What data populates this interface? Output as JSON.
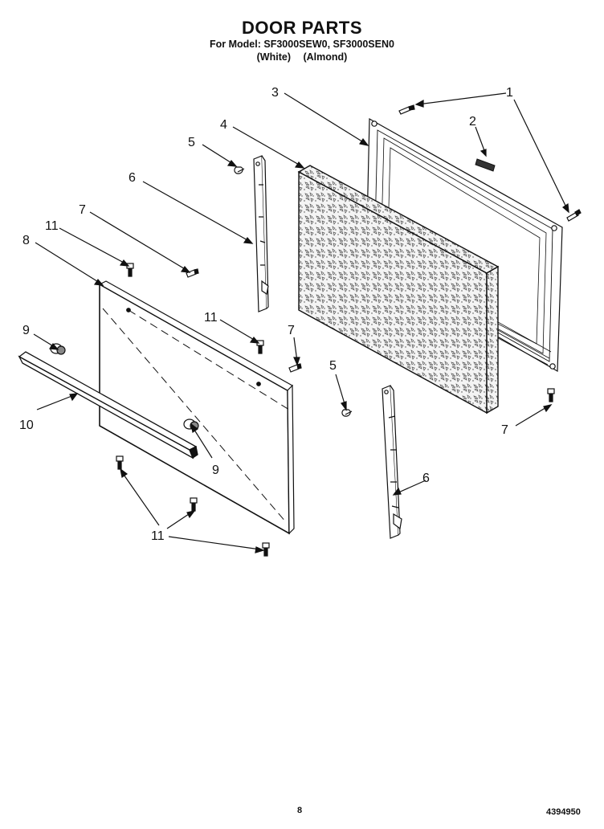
{
  "header": {
    "title": "DOOR PARTS",
    "model_line": "For Model: SF3000SEW0, SF3000SEN0",
    "color_white": "(White)",
    "color_almond": "(Almond)"
  },
  "callouts": {
    "c1": "1",
    "c2": "2",
    "c3": "3",
    "c4": "4",
    "c5a": "5",
    "c5b": "5",
    "c6a": "6",
    "c6b": "6",
    "c7a": "7",
    "c7b": "7",
    "c7c": "7",
    "c8": "8",
    "c9a": "9",
    "c9b": "9",
    "c10": "10",
    "c11a": "11",
    "c11b": "11",
    "c11c": "11"
  },
  "footer": {
    "page_number": "8",
    "part_number": "4394950"
  },
  "colors": {
    "ink": "#111111",
    "paper": "#ffffff",
    "insulation": "#e8e8e8"
  }
}
